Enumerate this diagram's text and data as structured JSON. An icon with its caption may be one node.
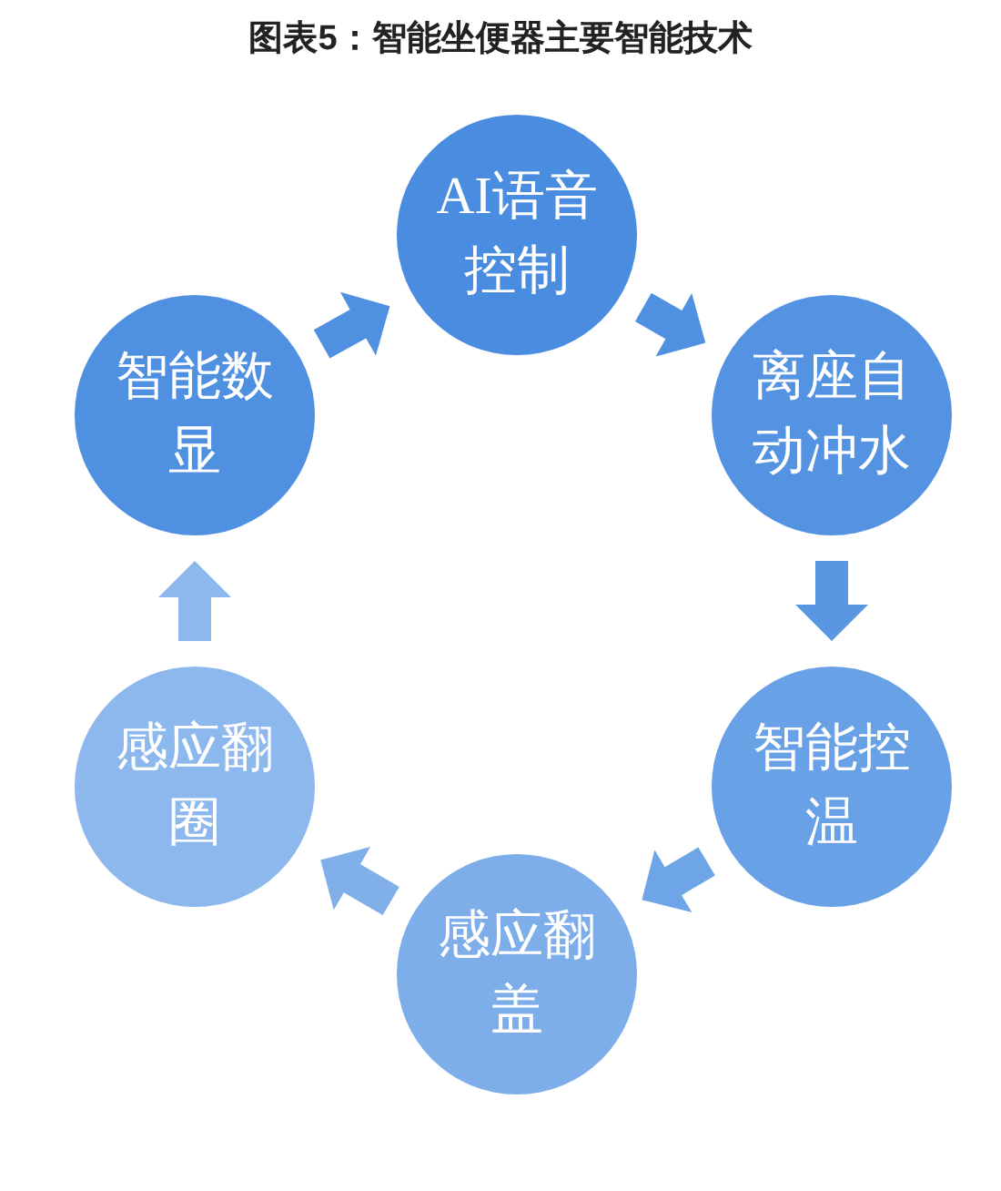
{
  "diagram": {
    "title": "图表5：智能坐便器主要智能技术",
    "nodes": [
      {
        "text": [
          "AI语音控制"
        ]
      },
      {
        "text": [
          "离座自动冲水"
        ]
      },
      {
        "text": [
          "智能控温"
        ]
      },
      {
        "text": [
          "感应翻盖"
        ]
      },
      {
        "text": [
          "感应翻圈"
        ]
      },
      {
        "text": [
          "智能数显"
        ]
      }
    ],
    "edges": [
      {
        "from": 0,
        "to": 1,
        "arrow": "to",
        "style": "thick"
      },
      {
        "from": 1,
        "to": 2,
        "arrow": "to",
        "style": "thick"
      },
      {
        "from": 2,
        "to": 3,
        "arrow": "to",
        "style": "thick"
      },
      {
        "from": 3,
        "to": 4,
        "arrow": "to",
        "style": "thick"
      },
      {
        "from": 4,
        "to": 5,
        "arrow": "to",
        "style": "thick"
      },
      {
        "from": 5,
        "to": 0,
        "arrow": "to",
        "style": "thick"
      }
    ]
  }
}
